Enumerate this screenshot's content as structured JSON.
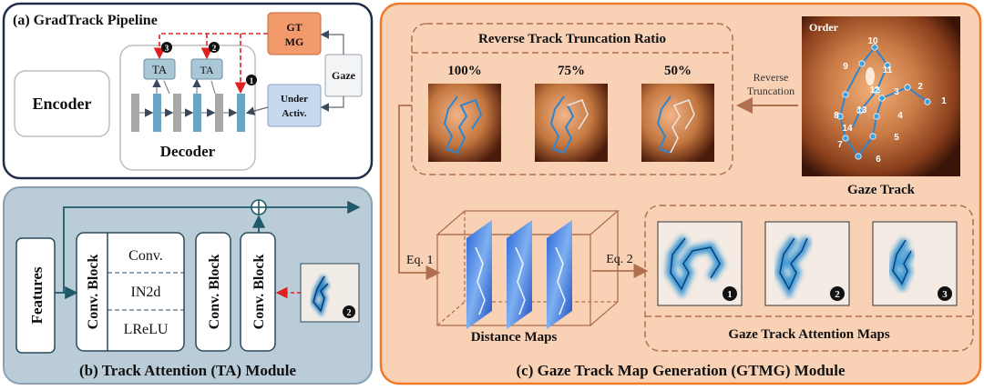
{
  "panel_a": {
    "title": "(a) GradTrack Pipeline",
    "encoder": "Encoder",
    "decoder": "Decoder",
    "ta1": "TA",
    "ta2": "TA",
    "gtmg_line1": "GT",
    "gtmg_line2": "MG",
    "gaze": "Gaze",
    "under_line1": "Under",
    "under_line2": "Activ.",
    "marker1": "1",
    "marker2": "2",
    "marker3": "3"
  },
  "panel_b": {
    "title": "(b) Track Attention (TA) Module",
    "features": "Features",
    "conv_block1": "Conv. Block",
    "conv": "Conv.",
    "in2d": "IN2d",
    "lrelu": "LReLU",
    "conv_block2": "Conv. Block",
    "conv_block3": "Conv. Block",
    "map_marker": "2"
  },
  "panel_c": {
    "title": "(c) Gaze Track Map Generation (GTMG) Module",
    "ratio_title": "Reverse Track Truncation Ratio",
    "pct100": "100%",
    "pct75": "75%",
    "pct50": "50%",
    "reverse_line1": "Reverse",
    "reverse_line2": "Truncation",
    "order": "Order",
    "gaze_track": "Gaze Track",
    "eq1": "Eq. 1",
    "eq2": "Eq. 2",
    "distance_maps": "Distance Maps",
    "attention_maps": "Gaze Track Attention Maps",
    "m1": "1",
    "m2": "2",
    "m3": "3",
    "track_numbers": [
      "1",
      "2",
      "3",
      "4",
      "5",
      "6",
      "7",
      "8",
      "9",
      "10",
      "11",
      "12",
      "13",
      "14"
    ]
  },
  "colors": {
    "panel_a_border": "#1f2d4a",
    "panel_b_fill": "#b9ccd8",
    "panel_c_fill": "#f9d2b6",
    "panel_c_border": "#f07a2a",
    "ta_fill": "#a9c7d6",
    "gtmg_fill": "#f39a6c",
    "under_fill": "#c6d9ef",
    "decoder_bar": "#6aa6c4",
    "dashed_red": "#e02020",
    "track_blue": "#3a8fd0",
    "brown_line": "#b07050"
  }
}
